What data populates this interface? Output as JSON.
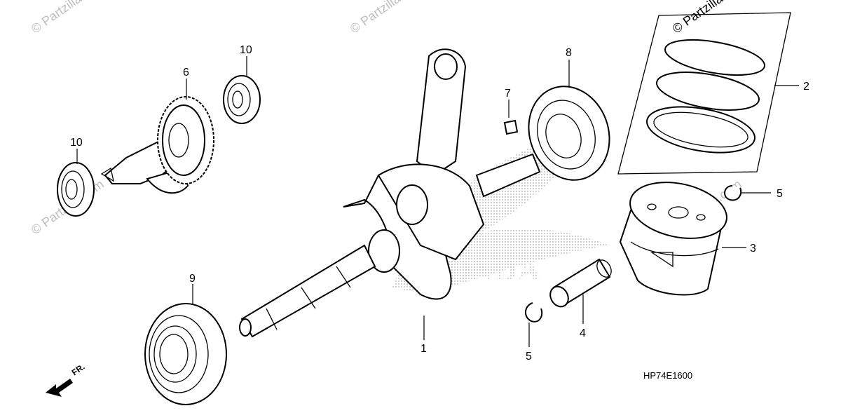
{
  "diagram": {
    "code": "HP74E1600",
    "front_marker": "FR.",
    "watermark": "© Partzilla.com",
    "callouts": {
      "c1": "1",
      "c2": "2",
      "c3": "3",
      "c4": "4",
      "c5a": "5",
      "c5b": "5",
      "c6": "6",
      "c7": "7",
      "c8": "8",
      "c9": "9",
      "c10a": "10",
      "c10b": "10"
    }
  }
}
